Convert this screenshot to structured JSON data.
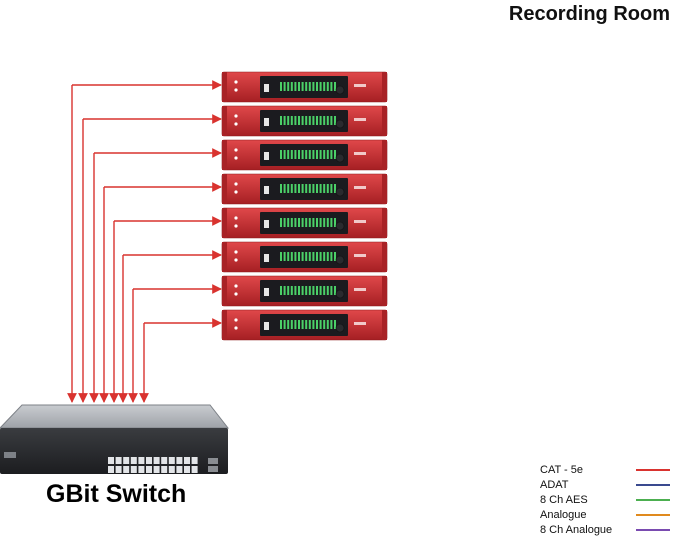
{
  "title": "Recording Room",
  "switch_label": "GBit Switch",
  "cable_color": "#d9332f",
  "unit_count": 8,
  "unit_color": "#c92d2f",
  "legend": [
    {
      "label": "CAT - 5e",
      "color": "#d9332f"
    },
    {
      "label": "ADAT",
      "color": "#3a4a8f"
    },
    {
      "label": "8 Ch AES",
      "color": "#4caf50"
    },
    {
      "label": "Analogue",
      "color": "#e08a1e"
    },
    {
      "label": "8 Ch Analogue",
      "color": "#7a4bb0"
    }
  ]
}
